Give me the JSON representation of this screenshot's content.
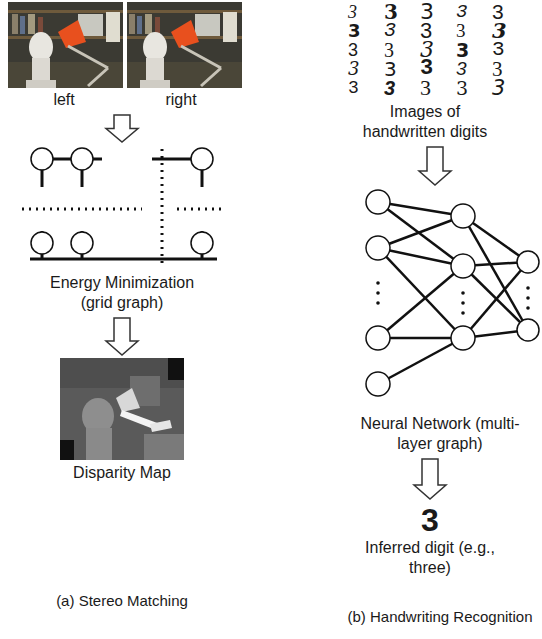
{
  "diagram": {
    "nodes": [
      {
        "text": [
          "left",
          "right"
        ]
      },
      {
        "text": [
          "Energy Minimization (grid graph)"
        ]
      },
      {
        "text": [
          "Disparity Map"
        ]
      },
      {
        "text": [
          "Images of handwritten digits"
        ]
      },
      {
        "text": [
          "Neural Network (multi-layer graph)"
        ]
      },
      {
        "text": [
          "3",
          "Inferred digit (e.g., three)"
        ]
      }
    ],
    "edges": [
      {
        "from": 0,
        "to": 1,
        "arrow": "to"
      },
      {
        "from": 1,
        "to": 2,
        "arrow": "to"
      },
      {
        "from": 3,
        "to": 4,
        "arrow": "to"
      },
      {
        "from": 4,
        "to": 5,
        "arrow": "to"
      }
    ],
    "labels": [
      "(a) Stereo Matching",
      "(b) Handwriting Recognition",
      "3",
      "3",
      "3",
      "3",
      "3",
      "3",
      "3",
      "3",
      "3",
      "3",
      "3",
      "3",
      "3",
      "3",
      "3",
      "3",
      "3",
      "3",
      "3",
      "3",
      "3",
      "3",
      "3",
      "3",
      "3"
    ]
  }
}
